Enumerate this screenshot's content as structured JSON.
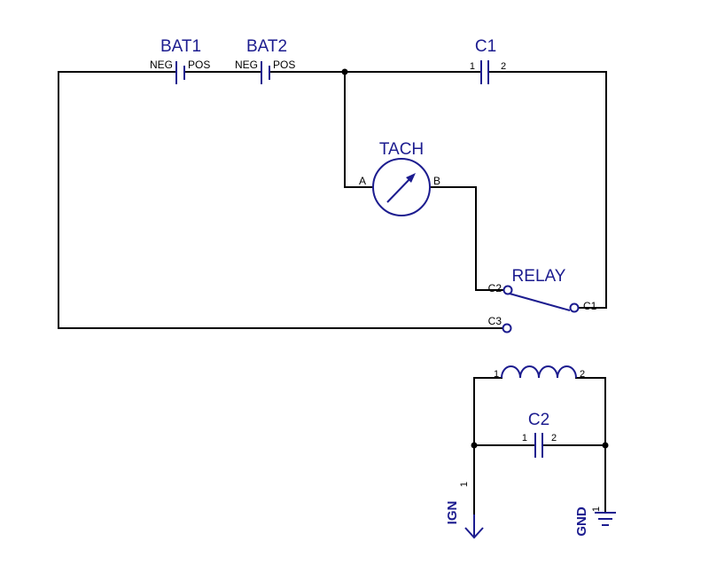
{
  "colors": {
    "wire": "#000000",
    "symbol": "#1c1c8f",
    "background": "#ffffff"
  },
  "components": {
    "bat1": {
      "ref": "BAT1",
      "pin_neg": "NEG",
      "pin_pos": "POS"
    },
    "bat2": {
      "ref": "BAT2",
      "pin_neg": "NEG",
      "pin_pos": "POS"
    },
    "c1": {
      "ref": "C1",
      "pin1": "1",
      "pin2": "2"
    },
    "tach": {
      "ref": "TACH",
      "pin_a": "A",
      "pin_b": "B"
    },
    "relay": {
      "ref": "RELAY",
      "pin_c1": "C1",
      "pin_c2": "C2",
      "pin_c3": "C3"
    },
    "coil": {
      "pin1": "1",
      "pin2": "2"
    },
    "c2": {
      "ref": "C2",
      "pin1": "1",
      "pin2": "2"
    },
    "ign": {
      "label": "IGN",
      "pin1": "1"
    },
    "gnd": {
      "label": "GND",
      "pin1": "1"
    }
  }
}
